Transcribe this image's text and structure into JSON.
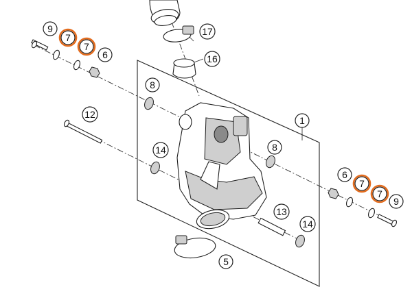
{
  "diagram": {
    "callouts": [
      {
        "label": "9",
        "highlight": false
      },
      {
        "label": "7",
        "highlight": true
      },
      {
        "label": "7",
        "highlight": true
      },
      {
        "label": "6",
        "highlight": false
      },
      {
        "label": "17",
        "highlight": false
      },
      {
        "label": "16",
        "highlight": false
      },
      {
        "label": "8",
        "highlight": false
      },
      {
        "label": "12",
        "highlight": false
      },
      {
        "label": "14",
        "highlight": false
      },
      {
        "label": "1",
        "highlight": false
      },
      {
        "label": "8",
        "highlight": false
      },
      {
        "label": "6",
        "highlight": false
      },
      {
        "label": "7",
        "highlight": true
      },
      {
        "label": "7",
        "highlight": true
      },
      {
        "label": "9",
        "highlight": false
      },
      {
        "label": "13",
        "highlight": false
      },
      {
        "label": "14",
        "highlight": false
      },
      {
        "label": "5",
        "highlight": false
      }
    ],
    "colors": {
      "highlight_ring": "#e36c1e",
      "line": "#222222",
      "part_fill": "#ffffff",
      "part_shade": "#cfcfcf"
    }
  }
}
